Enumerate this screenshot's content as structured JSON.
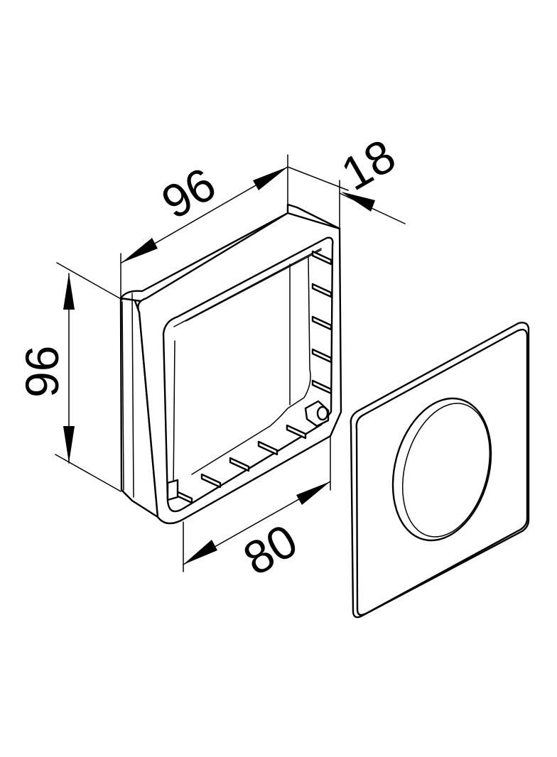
{
  "dimensions": {
    "width_top": "96",
    "height_left": "96",
    "depth": "18",
    "width_bottom": "80"
  }
}
